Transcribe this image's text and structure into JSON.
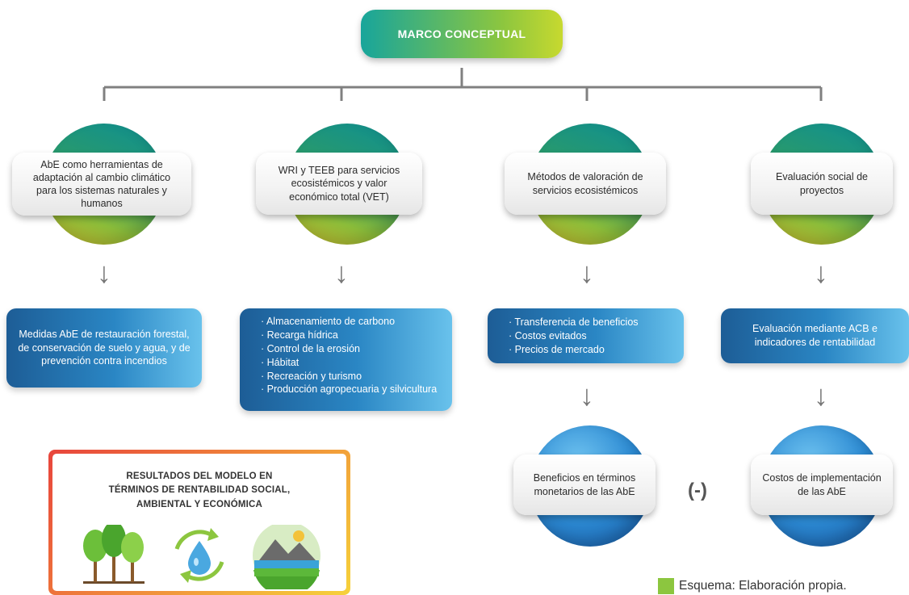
{
  "title": "MARCO CONCEPTUAL",
  "columns": [
    {
      "label": "AbE como herramientas de adaptación al cambio climático para los sistemas naturales y humanos"
    },
    {
      "label": "WRI y TEEB para servicios ecosistémicos y valor económico total (VET)"
    },
    {
      "label": "Métodos de valoración de servicios ecosistémicos"
    },
    {
      "label": "Evaluación social de proyectos"
    }
  ],
  "details": {
    "col1": "Medidas AbE de restauración forestal, de conservación de suelo y agua, y de prevención contra incendios",
    "col2": [
      "Almacenamiento de carbono",
      "Recarga hídrica",
      "Control de la erosión",
      "Hábitat",
      "Recreación y turismo",
      "Producción agropecuaria y silvicultura"
    ],
    "col3": [
      "Transferencia de beneficios",
      "Costos evitados",
      "Precios de mercado"
    ],
    "col4": "Evaluación mediante ACB e indicadores de rentabilidad"
  },
  "outcomes": {
    "benefits": "Beneficios en términos monetarios de las AbE",
    "operator": "(-)",
    "costs": "Costos de implementación de las AbE"
  },
  "results": {
    "line1": "RESULTADOS DEL MODELO EN",
    "line2": "TÉRMINOS DE RENTABILIDAD SOCIAL,",
    "line3": "AMBIENTAL Y ECONÓMICA",
    "icons": [
      "trees-icon",
      "water-cycle-icon",
      "landscape-icon"
    ]
  },
  "caption": "Esquema: Elaboración propia.",
  "colors": {
    "title_gradient": [
      "#18a59b",
      "#c7d92f"
    ],
    "detail_gradient": [
      "#1d5d96",
      "#69c2ec"
    ],
    "caption_swatch": "#8cc63f"
  }
}
